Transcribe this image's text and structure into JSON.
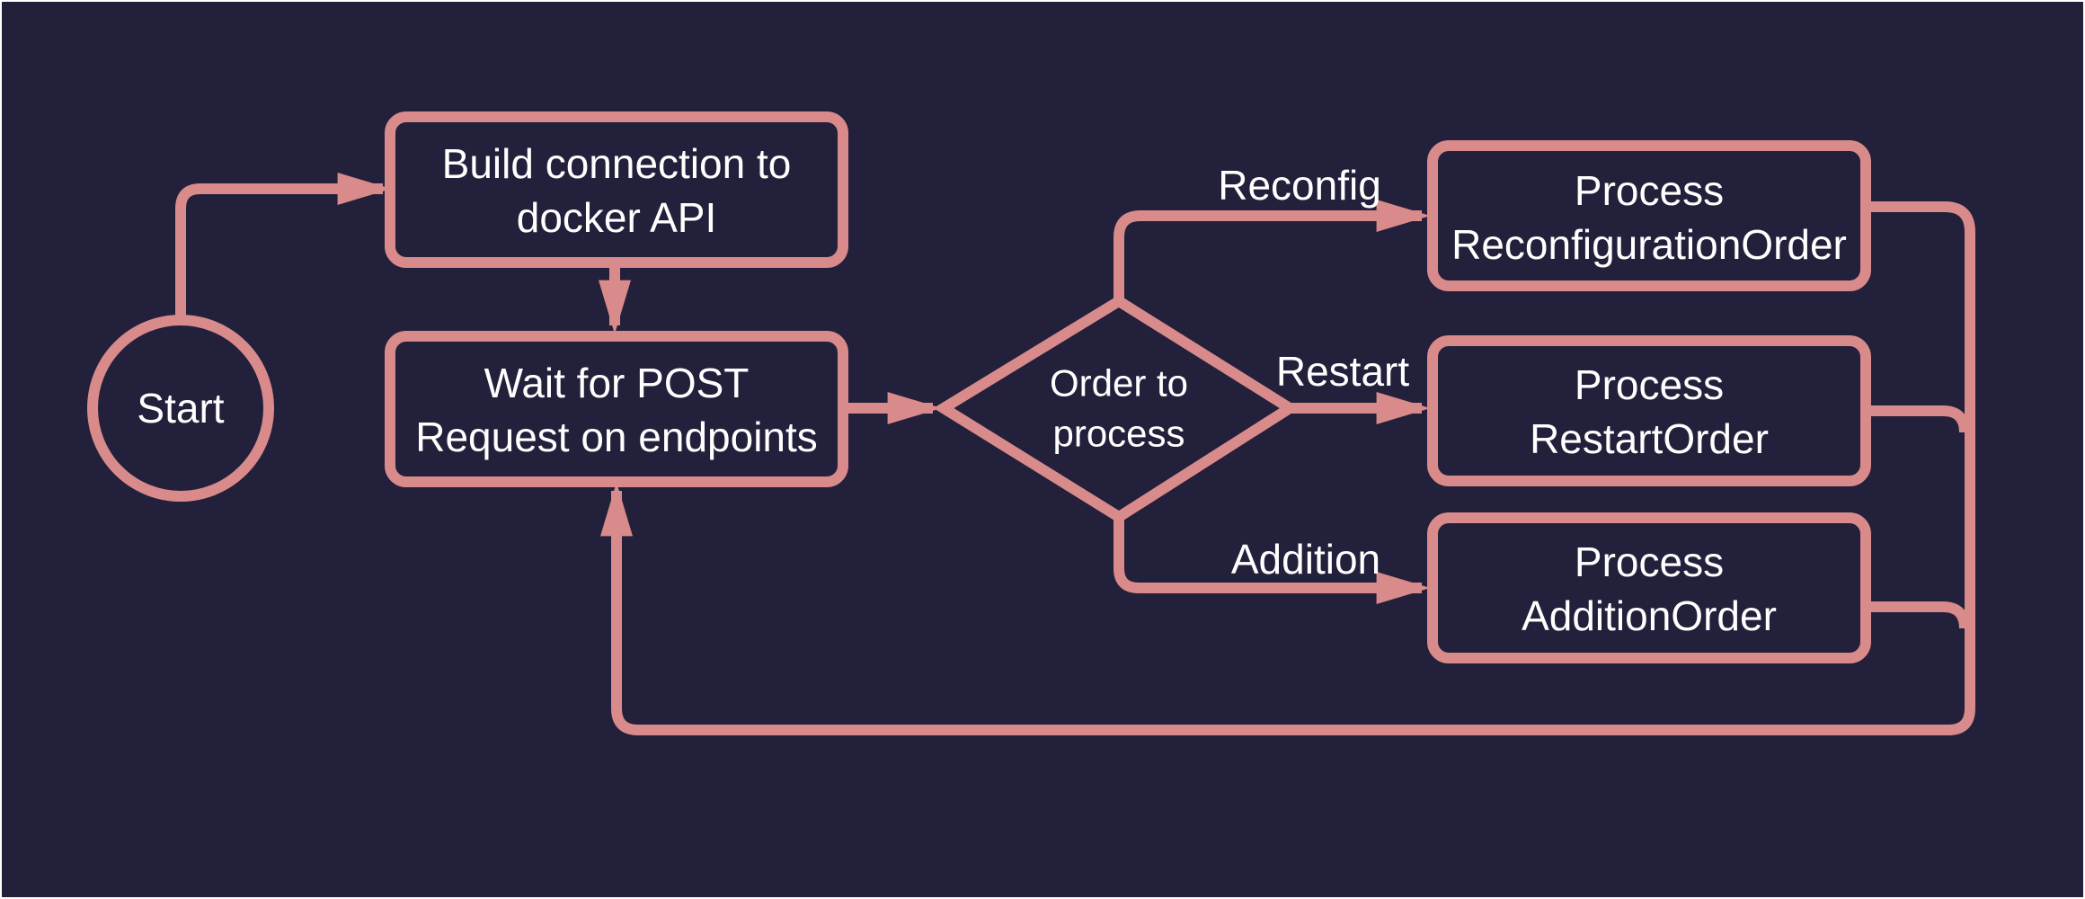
{
  "colors": {
    "background": "#22203a",
    "stroke": "#d98a8a",
    "text": "#ffffff"
  },
  "nodes": {
    "start": {
      "label": "Start"
    },
    "build": {
      "lines": [
        "Build connection to",
        "docker API"
      ]
    },
    "wait": {
      "lines": [
        "Wait for POST",
        "Request on endpoints"
      ]
    },
    "decision": {
      "lines": [
        "Order to",
        "process"
      ]
    },
    "reconfig_process": {
      "lines": [
        "Process",
        "ReconfigurationOrder"
      ]
    },
    "restart_process": {
      "lines": [
        "Process",
        "RestartOrder"
      ]
    },
    "addition_process": {
      "lines": [
        "Process",
        "AdditionOrder"
      ]
    }
  },
  "edge_labels": {
    "reconfig": "Reconfig",
    "restart": "Restart",
    "addition": "Addition"
  }
}
